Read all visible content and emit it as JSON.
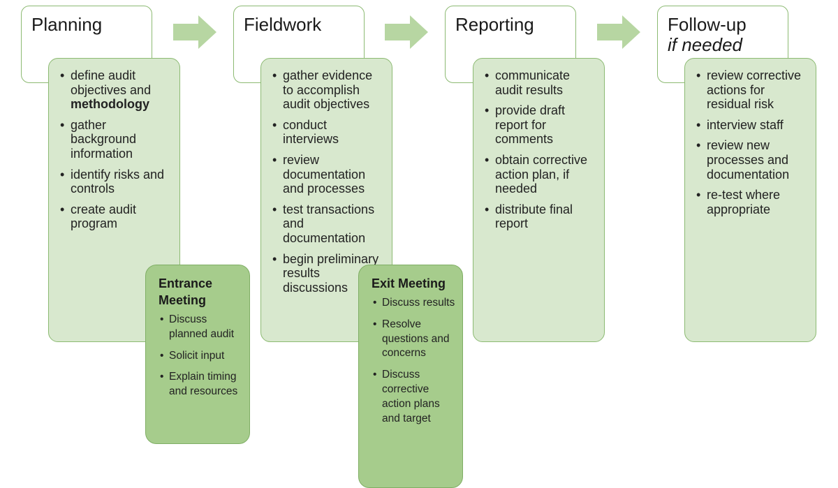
{
  "colors": {
    "title_border": "#8cba72",
    "stage_fill": "#d8e8ce",
    "meeting_fill": "#a6cc8c",
    "arrow_fill": "#b7d6a2"
  },
  "stages": [
    {
      "title": "Planning",
      "subtitle": "",
      "items": [
        "define audit objectives and methodology",
        "gather background information",
        "identify risks and controls",
        "create audit program"
      ]
    },
    {
      "title": "Fieldwork",
      "subtitle": "",
      "items": [
        "gather evidence to accomplish audit objectives",
        "conduct interviews",
        "review documentation and processes",
        "test transactions and documentation",
        "begin preliminary results discussions"
      ]
    },
    {
      "title": "Reporting",
      "subtitle": "",
      "items": [
        "communicate audit results",
        "provide draft report for comments",
        "obtain corrective action plan, if needed",
        "distribute final report"
      ]
    },
    {
      "title": "Follow-up",
      "subtitle": "if needed",
      "items": [
        "review corrective actions for residual risk",
        "interview staff",
        "review new processes and documentation",
        "re-test where appropriate"
      ]
    }
  ],
  "meetings": [
    {
      "title": "Entrance Meeting",
      "items": [
        "Discuss planned audit",
        "Solicit input",
        "Explain timing and resources"
      ]
    },
    {
      "title": "Exit Meeting",
      "items": [
        "Discuss results",
        "Resolve questions and concerns",
        "Discuss corrective action plans and target"
      ]
    }
  ],
  "arrows": [
    "arrow-right-icon",
    "arrow-right-icon",
    "arrow-right-icon"
  ]
}
